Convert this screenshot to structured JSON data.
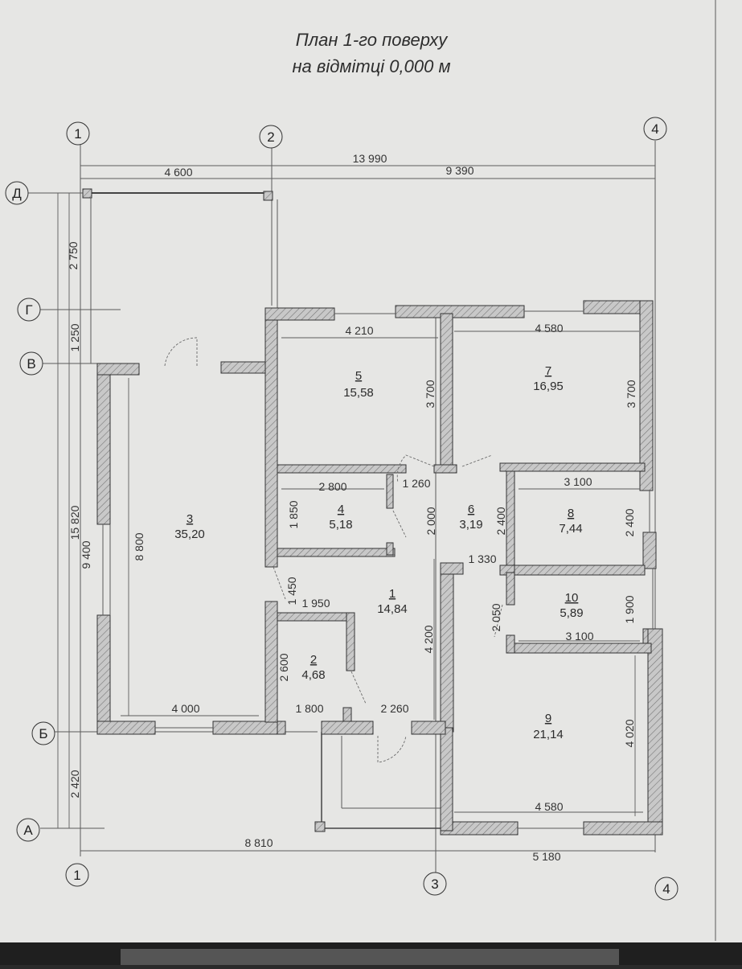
{
  "title": {
    "line1": "План 1-го поверху",
    "line2": "на відмітці 0,000 м"
  },
  "axes": {
    "a1_top": "1",
    "a2_top": "2",
    "a4_top": "4",
    "a1_bottom": "1",
    "a3_bottom": "3",
    "a4_bottom": "4",
    "d": "Д",
    "g": "Г",
    "v": "В",
    "b": "Б",
    "a": "А"
  },
  "dimensions": {
    "top_total": "13 990",
    "top_left": "4 600",
    "top_right": "9 390",
    "left_total": "15 820",
    "left_2750": "2 750",
    "left_1250": "1 250",
    "left_9400": "9 400",
    "left_2420": "2 420",
    "bottom_8810": "8 810",
    "bottom_5180": "5 180",
    "r5_w": "4 210",
    "r5_h": "3 700",
    "r7_w": "4 580",
    "r7_h": "3 700",
    "r4_w": "2 800",
    "r4_h": "1 850",
    "d_1260": "1 260",
    "d_2000": "2 000",
    "d_2400a": "2 400",
    "r8_w": "3 100",
    "r8_h": "2 400",
    "d_1330": "1 330",
    "d_1450": "1 450",
    "d_1950": "1 950",
    "r3_h": "8 800",
    "d_4200": "4 200",
    "d_2050": "2 050",
    "r10_w": "3 100",
    "r10_h": "1 900",
    "r2_h": "2 600",
    "d_4000": "4 000",
    "d_1800": "1 800",
    "d_2260": "2 260",
    "r9_h": "4 020",
    "r9_w": "4 580"
  },
  "rooms": [
    {
      "num": "1",
      "area": "14,84"
    },
    {
      "num": "2",
      "area": "4,68"
    },
    {
      "num": "3",
      "area": "35,20"
    },
    {
      "num": "4",
      "area": "5,18"
    },
    {
      "num": "5",
      "area": "15,58"
    },
    {
      "num": "6",
      "area": "3,19"
    },
    {
      "num": "7",
      "area": "16,95"
    },
    {
      "num": "8",
      "area": "7,44"
    },
    {
      "num": "9",
      "area": "21,14"
    },
    {
      "num": "10",
      "area": "5,89"
    }
  ],
  "colors": {
    "paper": "#e8e8e6",
    "wall_hatch": "#bdbdbd",
    "ink": "#333333"
  }
}
